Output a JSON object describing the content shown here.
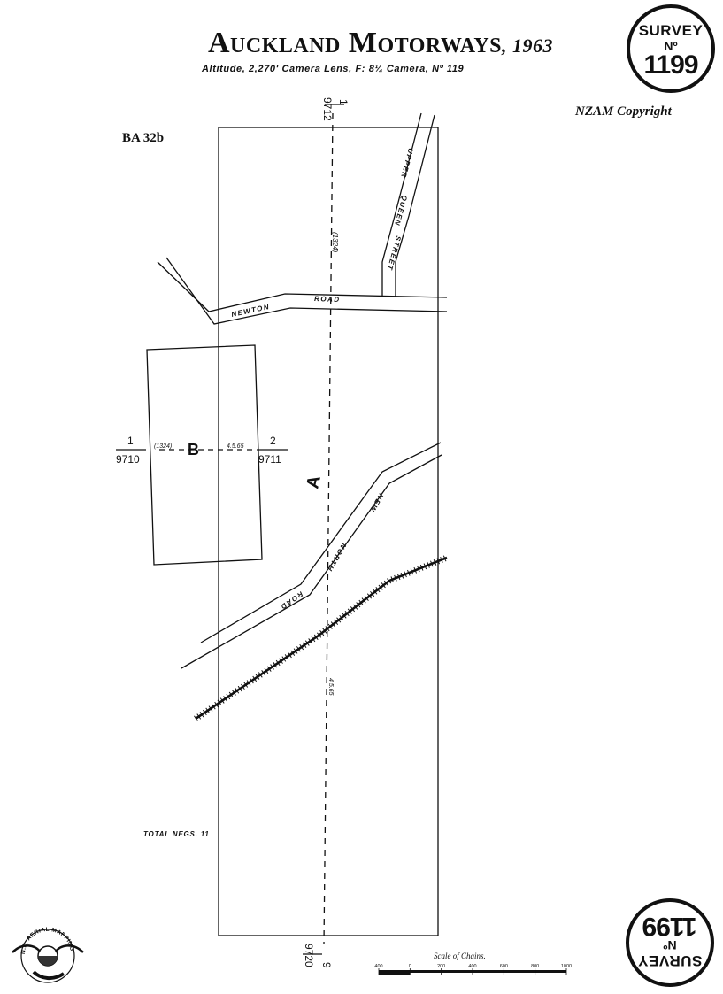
{
  "header": {
    "title": "Auckland Motorways",
    "year": ", 1963",
    "subtitle": "Altitude, 2,270'   Camera Lens, F: 8¼   Camera, Nº 119",
    "copyright": "NZAM Copyright",
    "sheet_id": "BA 32b"
  },
  "survey_seal": {
    "word": "SURVEY",
    "no": "Nº",
    "number": "1199"
  },
  "map": {
    "roads": {
      "newton": [
        "NEWTON",
        "ROAD"
      ],
      "upper_queen": [
        "UPPER",
        "QUEEN",
        "STREET"
      ],
      "new_north": [
        "NEW",
        "NORTH",
        "ROAD"
      ]
    },
    "strip_a": {
      "label": "A",
      "start_ref": "1",
      "start_run": "9712",
      "end_ref": "9",
      "end_run": "9720",
      "run_code": "(1324)",
      "date": "4.5.65"
    },
    "strip_b": {
      "label": "B",
      "start_ref": "1",
      "start_run": "9710",
      "end_ref": "2",
      "end_run": "9711",
      "run_code": "(1324)",
      "date": "4.5.65"
    }
  },
  "footer": {
    "total_negs": "TOTAL NEGS. 11",
    "scale_title": "Scale of Chains.",
    "scale_ticks": [
      "400",
      "0",
      "200",
      "400",
      "600",
      "800",
      "1000"
    ],
    "logo_text": "N.Z. AERIAL MAPPING LTD."
  },
  "colors": {
    "ink": "#111111",
    "paper": "#ffffff"
  }
}
